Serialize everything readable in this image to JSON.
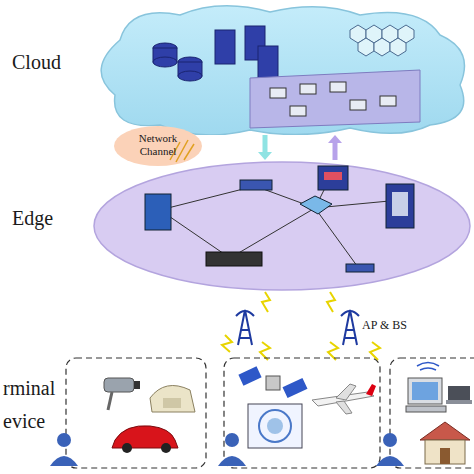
{
  "diagram": {
    "nodes": [
      {
        "text": [
          "Cloud"
        ]
      },
      {
        "text": [
          "Network Channel"
        ]
      },
      {
        "text": [
          "Edge"
        ]
      }
    ],
    "edges": [
      {
        "from": 0,
        "to": 2,
        "arrow": "to"
      },
      {
        "from": 2,
        "to": 0,
        "arrow": "to"
      }
    ],
    "labels": [
      "AP & BS",
      "rminal evice"
    ]
  }
}
